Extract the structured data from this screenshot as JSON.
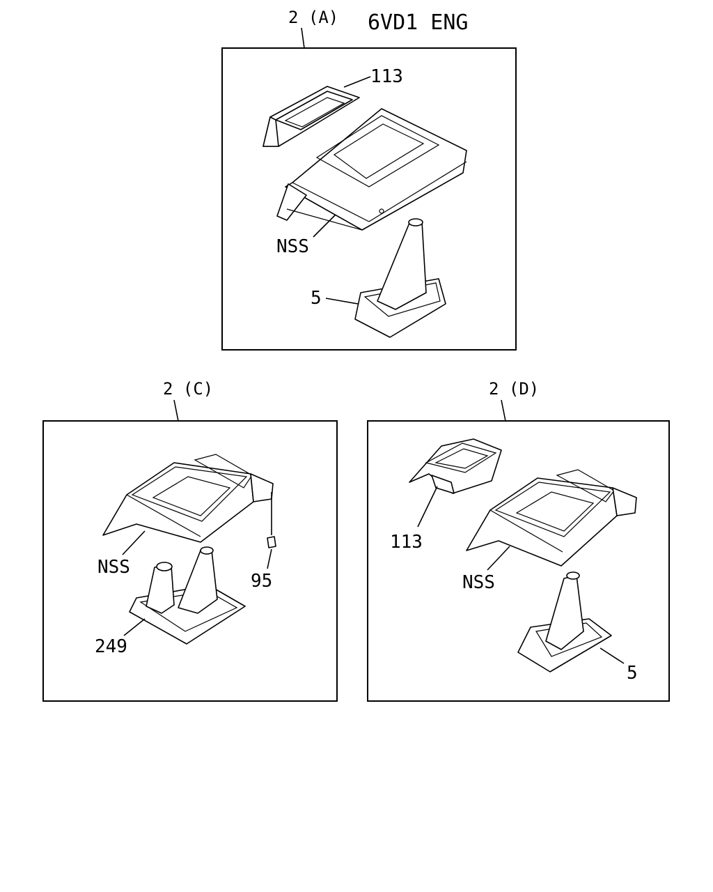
{
  "header": {
    "engine": "6VD1 ENG"
  },
  "panels": {
    "a": {
      "ref": "2 (A)",
      "labels": {
        "cup_holder": "113",
        "console": "NSS",
        "boot": "5"
      }
    },
    "c": {
      "ref": "2 (C)",
      "labels": {
        "console": "NSS",
        "clip": "95",
        "boot": "249"
      }
    },
    "d": {
      "ref": "2 (D)",
      "labels": {
        "cup_holder": "113",
        "console": "NSS",
        "boot": "5"
      }
    }
  }
}
